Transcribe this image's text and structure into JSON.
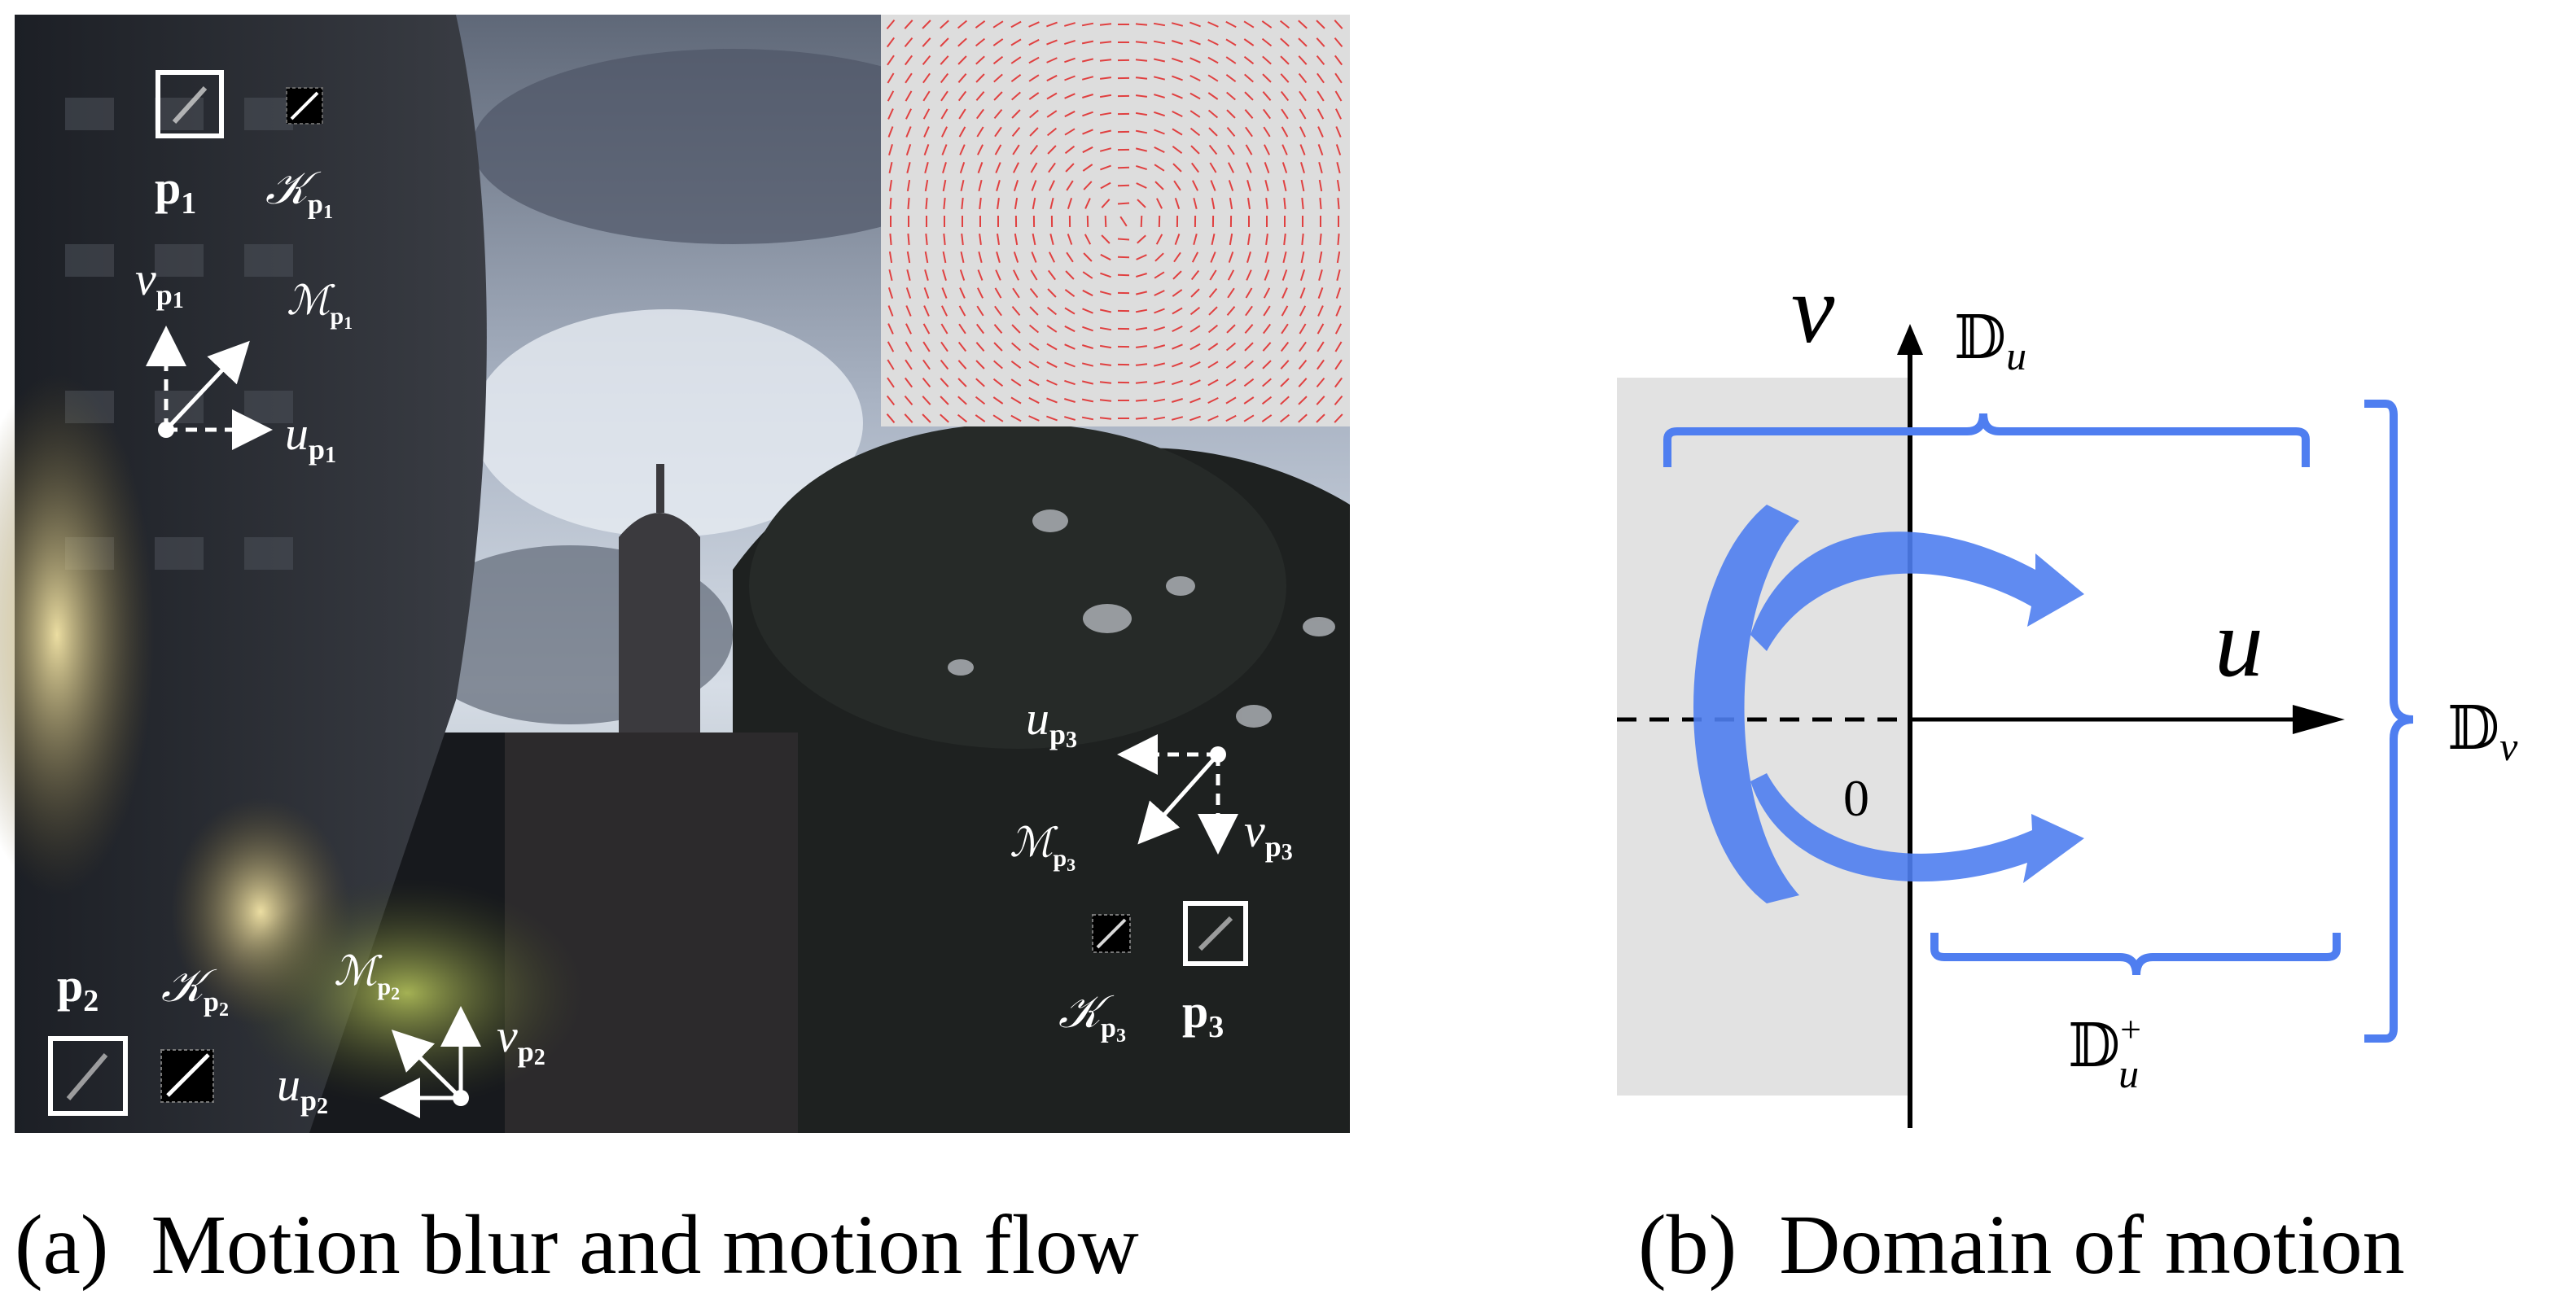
{
  "left_panel": {
    "caption_tag": "(a)",
    "caption_text": "Motion blur and motion flow",
    "p1": {
      "point": "p",
      "point_sub": "1",
      "kernel": "𝒦",
      "kernel_sub": "p",
      "kernel_subsub": "1",
      "v": "v",
      "v_sub": "p",
      "v_subsub": "1",
      "u": "u",
      "u_sub": "p",
      "u_subsub": "1",
      "m": "ℳ",
      "m_sub": "p",
      "m_subsub": "1"
    },
    "p2": {
      "point": "p",
      "point_sub": "2",
      "kernel": "𝒦",
      "kernel_sub": "p",
      "kernel_subsub": "2",
      "v": "v",
      "v_sub": "p",
      "v_subsub": "2",
      "u": "u",
      "u_sub": "p",
      "u_subsub": "2",
      "m": "ℳ",
      "m_sub": "p",
      "m_subsub": "2"
    },
    "p3": {
      "point": "p",
      "point_sub": "3",
      "kernel": "𝒦",
      "kernel_sub": "p",
      "kernel_subsub": "3",
      "v": "v",
      "v_sub": "p",
      "v_subsub": "3",
      "u": "u",
      "u_sub": "p",
      "u_subsub": "3",
      "m": "ℳ",
      "m_sub": "p",
      "m_subsub": "3"
    }
  },
  "right_panel": {
    "caption_tag": "(b)",
    "caption_text": "Domain of motion",
    "axis_u": "u",
    "axis_v": "v",
    "origin": "0",
    "d_u": "𝔻",
    "d_u_sub": "u",
    "d_v": "𝔻",
    "d_v_sub": "v",
    "d_u_plus": "𝔻",
    "d_u_plus_sub": "u",
    "d_u_plus_sup": "+"
  },
  "colors": {
    "accent_blue": "#4f7ef0",
    "flow_red": "#e04040",
    "shade_gray": "#e2e2e2"
  }
}
